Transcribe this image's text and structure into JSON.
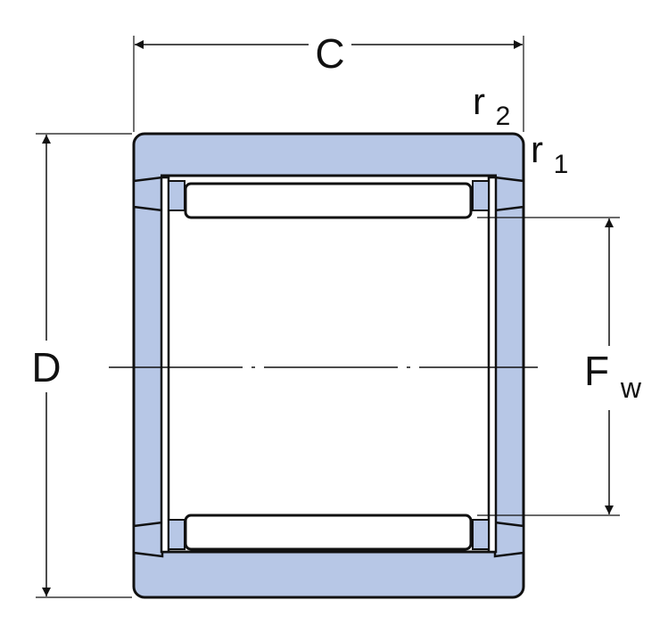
{
  "colors": {
    "steel_fill": "#b7c7e6",
    "outline": "#111111",
    "background": "#ffffff"
  },
  "dimensions": {
    "width_label": "C",
    "outer_diameter_label": "D",
    "bore_label_main": "F",
    "bore_label_sub": "w",
    "radius_1_main": "r",
    "radius_1_sub": "1",
    "radius_2_main": "r",
    "radius_2_sub": "2"
  }
}
